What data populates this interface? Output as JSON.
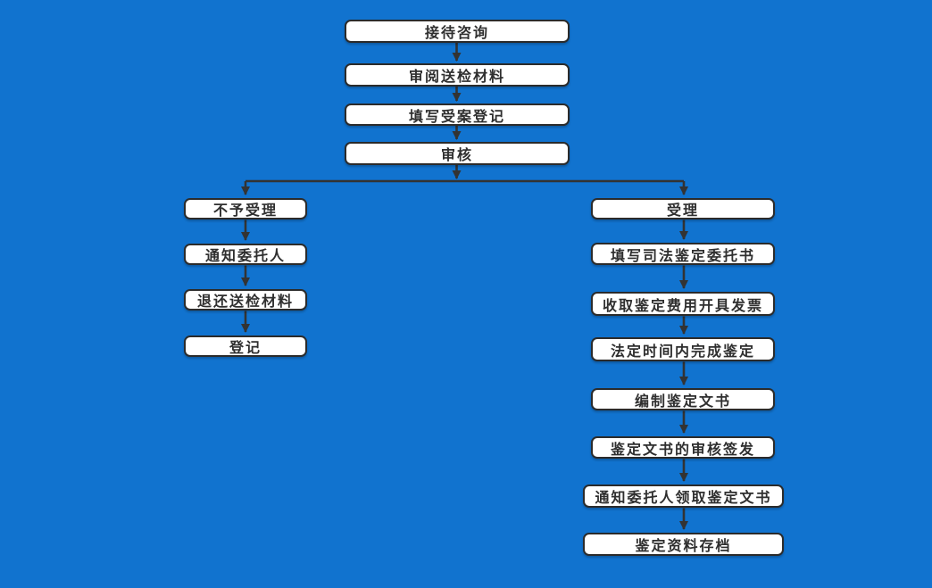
{
  "colors": {
    "background": "#1173cf",
    "node_fill": "#ffffff",
    "node_border": "#2b2b2b",
    "node_text": "#2f2f2f",
    "arrow": "#333333"
  },
  "flow": {
    "main_path": [
      {
        "label": "接待咨询"
      },
      {
        "label": "审阅送检材料"
      },
      {
        "label": "填写受案登记"
      },
      {
        "label": "审核"
      }
    ],
    "reject_branch": [
      {
        "label": "不予受理"
      },
      {
        "label": "通知委托人"
      },
      {
        "label": "退还送检材料"
      },
      {
        "label": "登记"
      }
    ],
    "accept_branch": [
      {
        "label": "受理"
      },
      {
        "label": "填写司法鉴定委托书"
      },
      {
        "label": "收取鉴定费用开具发票"
      },
      {
        "label": "法定时间内完成鉴定"
      },
      {
        "label": "编制鉴定文书"
      },
      {
        "label": "鉴定文书的审核签发"
      },
      {
        "label": "通知委托人领取鉴定文书"
      },
      {
        "label": "鉴定资料存档"
      }
    ]
  }
}
